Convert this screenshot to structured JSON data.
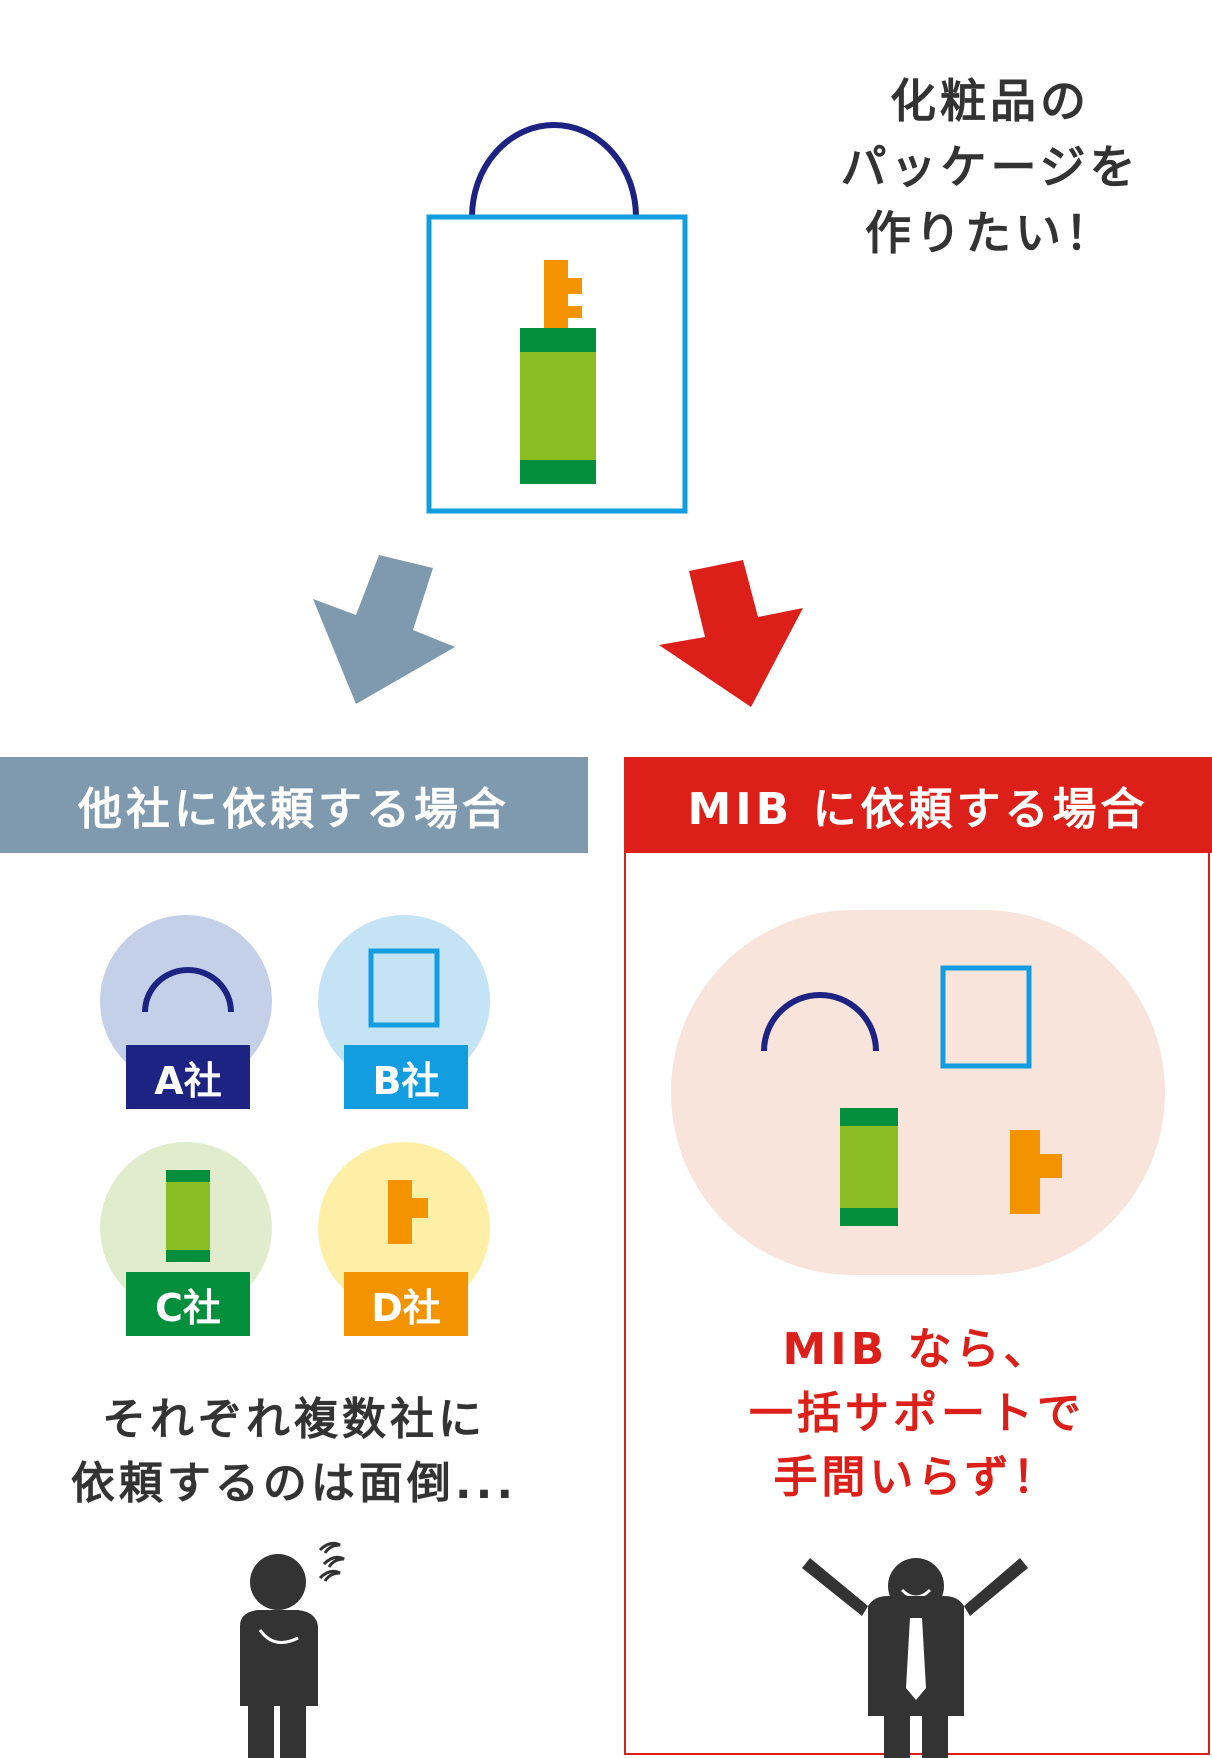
{
  "headline": "化粧品の\nパッケージを\n作りたい！",
  "left": {
    "header": "他社に依頼する場合",
    "companies": [
      {
        "label": "A社",
        "color": "#1d2382",
        "bg": "#c3d0e8",
        "part": "handle"
      },
      {
        "label": "B社",
        "color": "#129de0",
        "bg": "#c4e3f5",
        "part": "box"
      },
      {
        "label": "C社",
        "color": "#038f3c",
        "bg": "#e0eccb",
        "part": "bottle"
      },
      {
        "label": "D社",
        "color": "#f39300",
        "bg": "#fdf0a6",
        "part": "cap"
      }
    ],
    "caption_lines": [
      "それぞれ複数社に",
      "依頼するのは面倒..."
    ]
  },
  "right": {
    "header": "MIB に依頼する場合",
    "caption_lines": [
      "MIB なら、",
      "一括サポートで",
      "手間いらず！"
    ]
  },
  "colors": {
    "navy": "#1d2382",
    "blue": "#129de0",
    "green_dark": "#038f3c",
    "green_light": "#8abd22",
    "orange": "#f39300",
    "gray_blue": "#7f9aaf",
    "red": "#dc1f18",
    "text_dark": "#333333",
    "peach": "#f8e4da"
  }
}
